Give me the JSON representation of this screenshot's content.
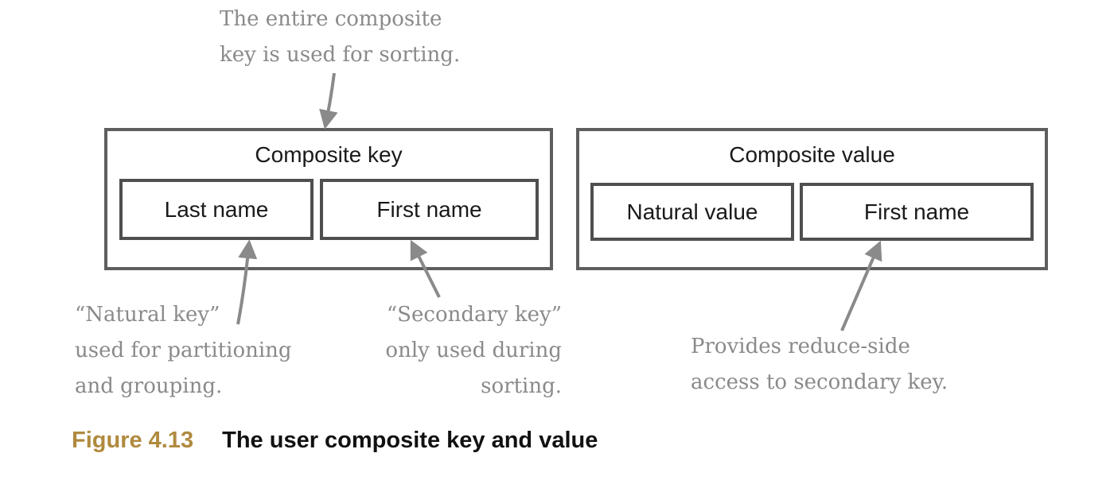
{
  "annotations": {
    "top": "The entire composite\nkey is used for sorting.",
    "natural_key": "“Natural key”\nused for partitioning\nand grouping.",
    "secondary_key": "“Secondary key”\nonly used during\nsorting.",
    "reduce_side": "Provides reduce-side\naccess to secondary key."
  },
  "composite_key": {
    "title": "Composite key",
    "fields": [
      "Last name",
      "First name"
    ]
  },
  "composite_value": {
    "title": "Composite value",
    "fields": [
      "Natural value",
      "First name"
    ]
  },
  "caption": {
    "number": "Figure 4.13",
    "title": "The user composite key and value"
  },
  "colors": {
    "annotation": "#8a8a8a",
    "box_border": "#5e5e5e",
    "caption_number": "#b08a3e"
  }
}
